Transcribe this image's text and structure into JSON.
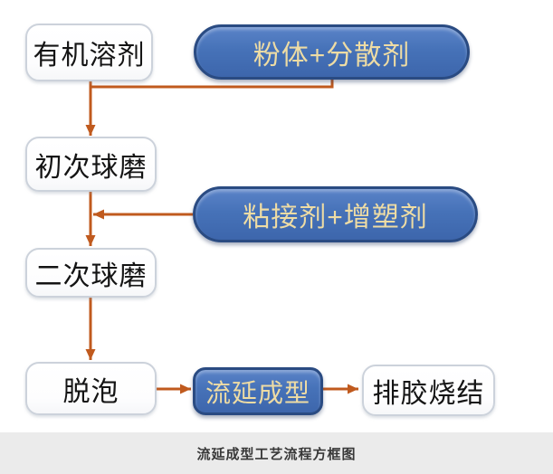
{
  "diagram": {
    "nodes": {
      "organic_solvent": "有机溶剂",
      "powder_dispersant": "粉体+分散剂",
      "first_ball_mill": "初次球磨",
      "binder_plasticizer": "粘接剂+增塑剂",
      "second_ball_mill": "二次球磨",
      "defoaming": "脱泡",
      "tape_casting": "流延成型",
      "debinding_sintering": "排胶烧结"
    },
    "caption": "流延成型工艺流程方框图",
    "colors": {
      "arrow": "#c05a1e",
      "pill_fill": "#4672b8",
      "pill_border": "#2a4b82",
      "pill_text": "#eedca4",
      "white_box_border": "#ccd2db",
      "white_box_text": "#141414",
      "caption_bg": "#ebebeb",
      "caption_text": "#383838"
    }
  }
}
